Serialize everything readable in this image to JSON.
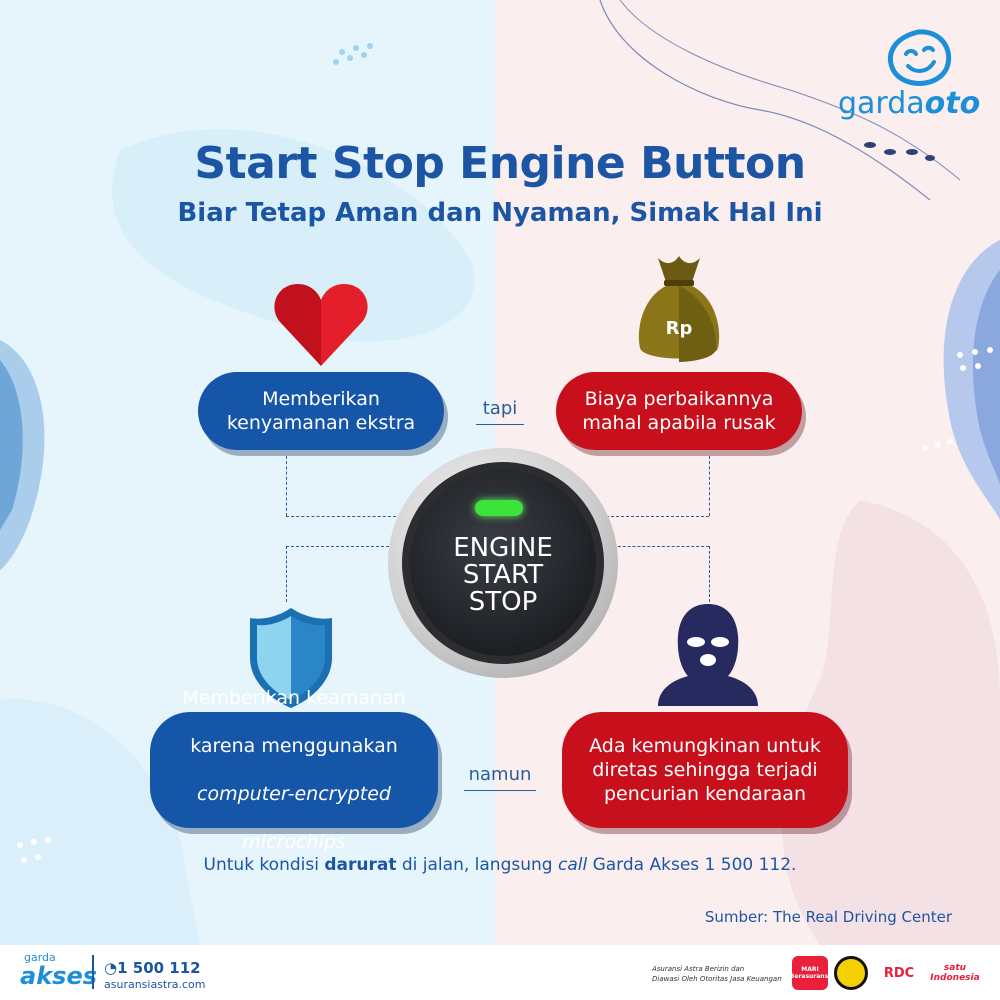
{
  "brand": {
    "logo_word1": "garda",
    "logo_word2": "oto"
  },
  "header": {
    "title": "Start Stop Engine Button",
    "subtitle": "Biar Tetap Aman dan Nyaman, Simak Hal Ini"
  },
  "points": {
    "comfort": "Memberikan\nkenyamanan ekstra",
    "repair_cost": "Biaya perbaikannya\nmahal apabila rusak",
    "security_line1": "Memberikan keamanan",
    "security_line2": "karena menggunakan",
    "security_italic1": "computer-encrypted",
    "security_italic2": "microchips",
    "theft": "Ada kemungkinan untuk\ndiretas sehingga terjadi\npencurian kendaraan"
  },
  "connectors": {
    "top": "tapi",
    "bottom": "namun"
  },
  "engine_button": {
    "label": "ENGINE\nSTART\nSTOP",
    "led_color": "#3be33b"
  },
  "money_bag_label": "Rp",
  "footer": {
    "note_pre": "Untuk kondisi ",
    "note_bold": "darurat",
    "note_mid": " di jalan, langsung ",
    "note_italic": "call",
    "note_post": " Garda Akses 1 500 112.",
    "source": "Sumber: The Real Driving Center"
  },
  "bottom_bar": {
    "garda_small": "garda",
    "akses": "akses",
    "phone": "1 500 112",
    "website": "asuransiastra.com",
    "ojk_note": "Asuransi Astra Berizin dan\nDiawasi Oleh Otoritas Jasa Keuangan",
    "badge_mari": "MARI\nBerasuransi",
    "badge_rdc": "RDC",
    "badge_satu": "satu\nIndonesia"
  },
  "colors": {
    "blue": "#1556a8",
    "red": "#c7101c",
    "title_blue": "#1d55a5",
    "left_bg": "#e6f5fc",
    "right_bg": "#fbeeef"
  },
  "icons": [
    "heart-icon",
    "money-bag-icon",
    "shield-icon",
    "thief-mask-icon",
    "smiley-logo-icon",
    "phone-icon"
  ]
}
